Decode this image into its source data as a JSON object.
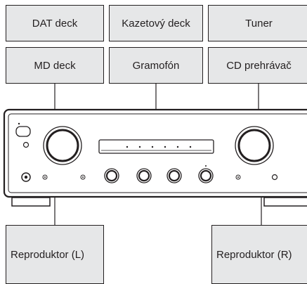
{
  "sources": {
    "dat_deck": "DAT deck",
    "cassette_deck": "Kazetový deck",
    "tuner": "Tuner",
    "md_deck": "MD deck",
    "turntable": "Gramofón",
    "cd_player": "CD prehrávač"
  },
  "speakers": {
    "left": "Reproduktor (L)",
    "right": "Reproduktor (R)"
  },
  "colors": {
    "box_fill": "#e6e7e8",
    "line": "#231f20"
  }
}
